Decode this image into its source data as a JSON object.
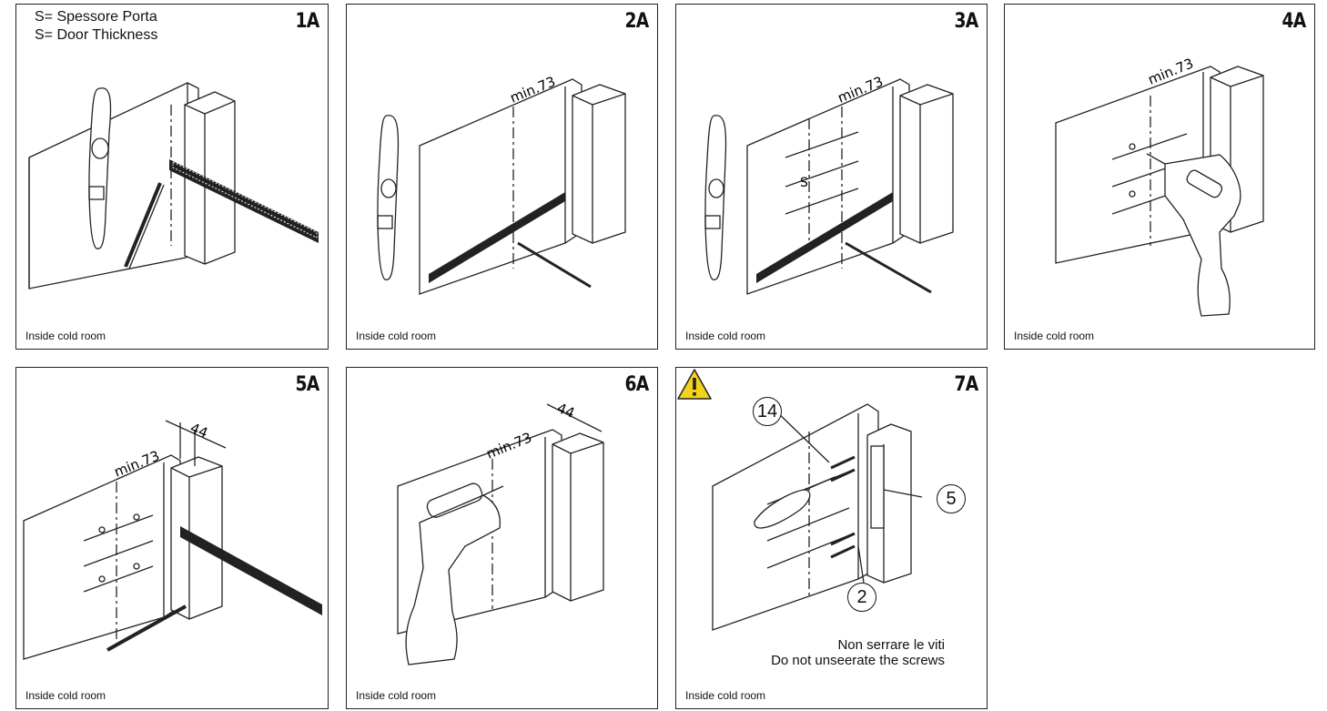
{
  "legend": {
    "line1": "S= Spessore Porta",
    "line2": "S= Door Thickness"
  },
  "footer_text": "Inside cold room",
  "panels": [
    {
      "label": "1A"
    },
    {
      "label": "2A",
      "dim": "min.73"
    },
    {
      "label": "3A",
      "dim": "min.73",
      "s_mark": "S"
    },
    {
      "label": "4A",
      "dim": "min.73"
    },
    {
      "label": "5A",
      "dim": "min.73",
      "dim2": "44"
    },
    {
      "label": "6A",
      "dim": "min.73",
      "dim2": "44"
    },
    {
      "label": "7A",
      "callouts": [
        "14",
        "5",
        "2"
      ]
    }
  ],
  "warning": {
    "line1": "Non  serrare le viti",
    "line2": "Do not unseerate the screws",
    "icon": "warning-triangle-icon",
    "icon_color": "#f2d21b"
  }
}
